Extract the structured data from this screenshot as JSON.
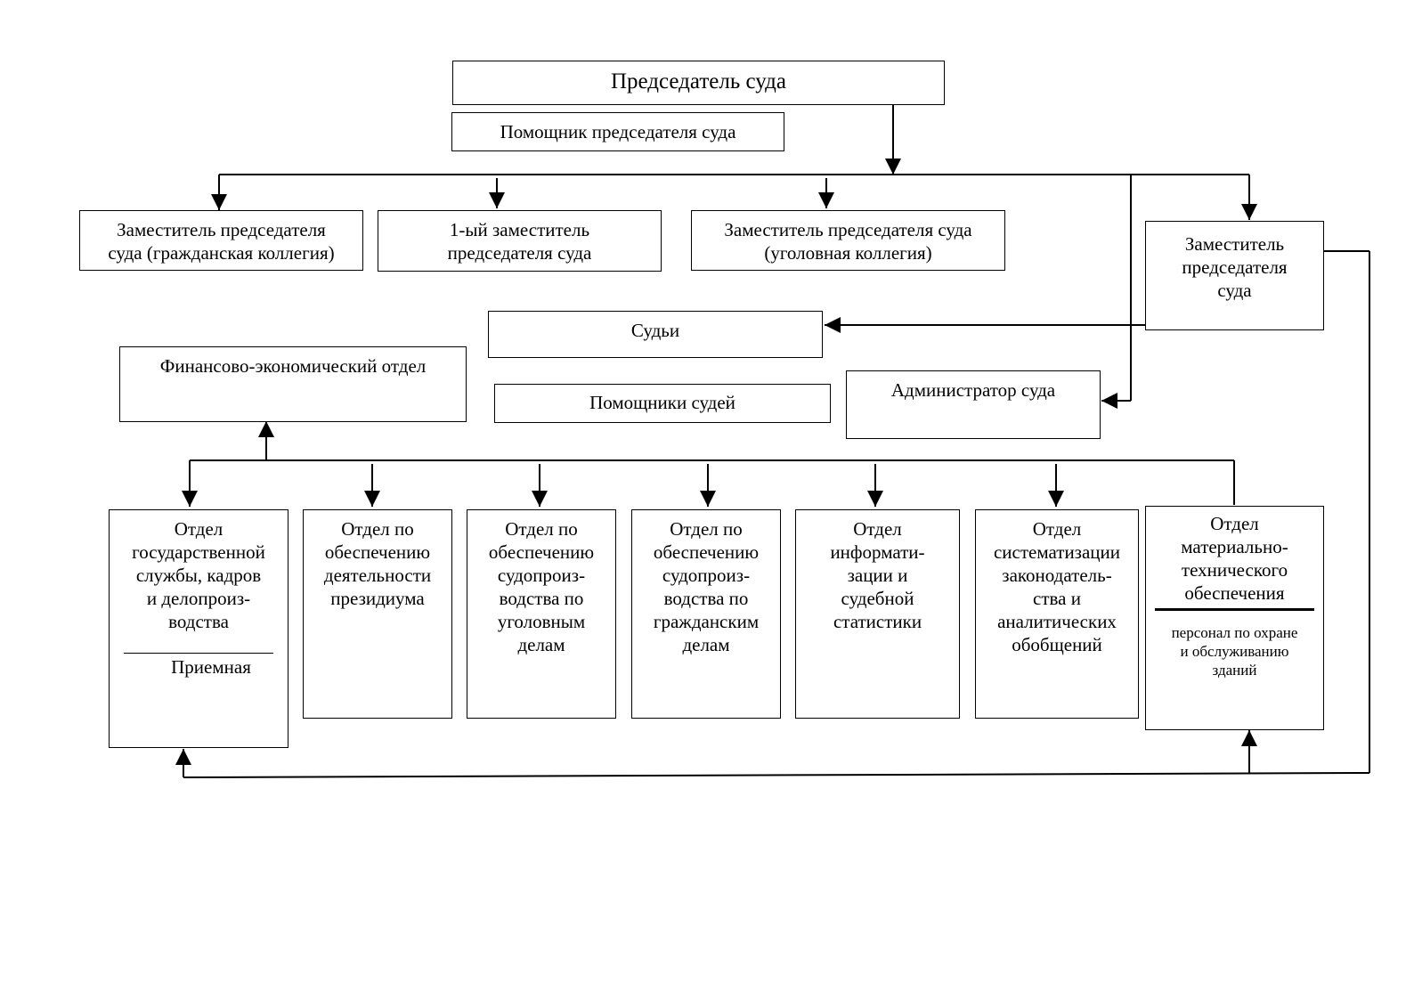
{
  "chairman": "Председатель суда",
  "chairman_assistant": "Помощник председателя суда",
  "deputies": [
    "Заместитель председателя\nсуда (гражданская коллегия)",
    "1-ый заместитель\nпредседателя суда",
    "Заместитель председателя суда\n(уголовная коллегия)",
    "Заместитель\nпредседателя\nсуда"
  ],
  "judges": "Судьи",
  "judges_assistants": "Помощники судей",
  "finance_dept": "Финансово-экономический отдел",
  "court_administrator": "Администратор суда",
  "departments": [
    {
      "title": "Отдел\nгосударственной\nслужбы, кадров\nи делопроиз-\nводства",
      "sub": "Приемная"
    },
    {
      "title": "Отдел по\nобеспечению\nдеятельности\nпрезидиума"
    },
    {
      "title": "Отдел  по\nобеспечению\nсудопроиз-\nводства по\nуголовным\nделам"
    },
    {
      "title": "Отдел  по\nобеспечению\nсудопроиз-\nводства по\nгражданским\nделам"
    },
    {
      "title": "Отдел\nинформати-\nзации и\nсудебной\nстатистики"
    },
    {
      "title": "Отдел\nсистематизации\nзаконодатель-\nства и\nаналитических\nобобщений"
    },
    {
      "title": "Отдел\nматериально-\nтехнического\nобеспечения",
      "sub": "персонал по охране\nи обслуживанию\nзданий"
    }
  ]
}
